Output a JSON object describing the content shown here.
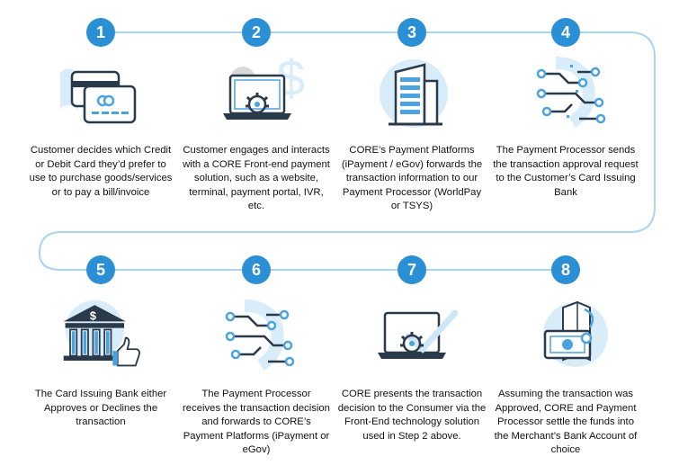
{
  "steps": [
    {
      "number": "1",
      "text": "Customer decides which Credit or Debit Card they’d prefer to use to purchase goods/services  or to pay a bill/invoice",
      "icon": "credit-card-icon"
    },
    {
      "number": "2",
      "text": "Customer engages and interacts with a CORE Front-end payment solution, such as a website, terminal, payment portal, IVR, etc.",
      "icon": "laptop-gear-icon"
    },
    {
      "number": "3",
      "text": "CORE’s Payment Platforms (iPayment / eGov) forwards the transaction information to our Payment Processor (WorldPay or TSYS)",
      "icon": "building-icon"
    },
    {
      "number": "4",
      "text": "The Payment Processor sends the transaction approval request to the Customer’s Card Issuing Bank",
      "icon": "circuit-icon"
    },
    {
      "number": "5",
      "text": "The Card Issuing Bank either Approves or Declines the transaction",
      "icon": "bank-thumbs-up-icon"
    },
    {
      "number": "6",
      "text": "The Payment Processor receives the transaction decision and forwards to CORE’s Payment Platforms (iPayment or eGov)",
      "icon": "circuit-icon"
    },
    {
      "number": "7",
      "text": "CORE presents the transaction decision to the Consumer via the Front-End technology solution used in Step 2 above.",
      "icon": "laptop-check-icon"
    },
    {
      "number": "8",
      "text": "Assuming the transaction was Approved, CORE and Payment Processor settle the funds into the Merchant’s Bank Account of choice",
      "icon": "money-map-icon"
    }
  ],
  "colors": {
    "accent": "#2b8fd6",
    "connector": "#aad4ef",
    "icon_dark": "#2a3a4a",
    "icon_blue": "#4aa3e0",
    "icon_light": "#d8ecf9",
    "icon_grey": "#d9d9d9"
  }
}
